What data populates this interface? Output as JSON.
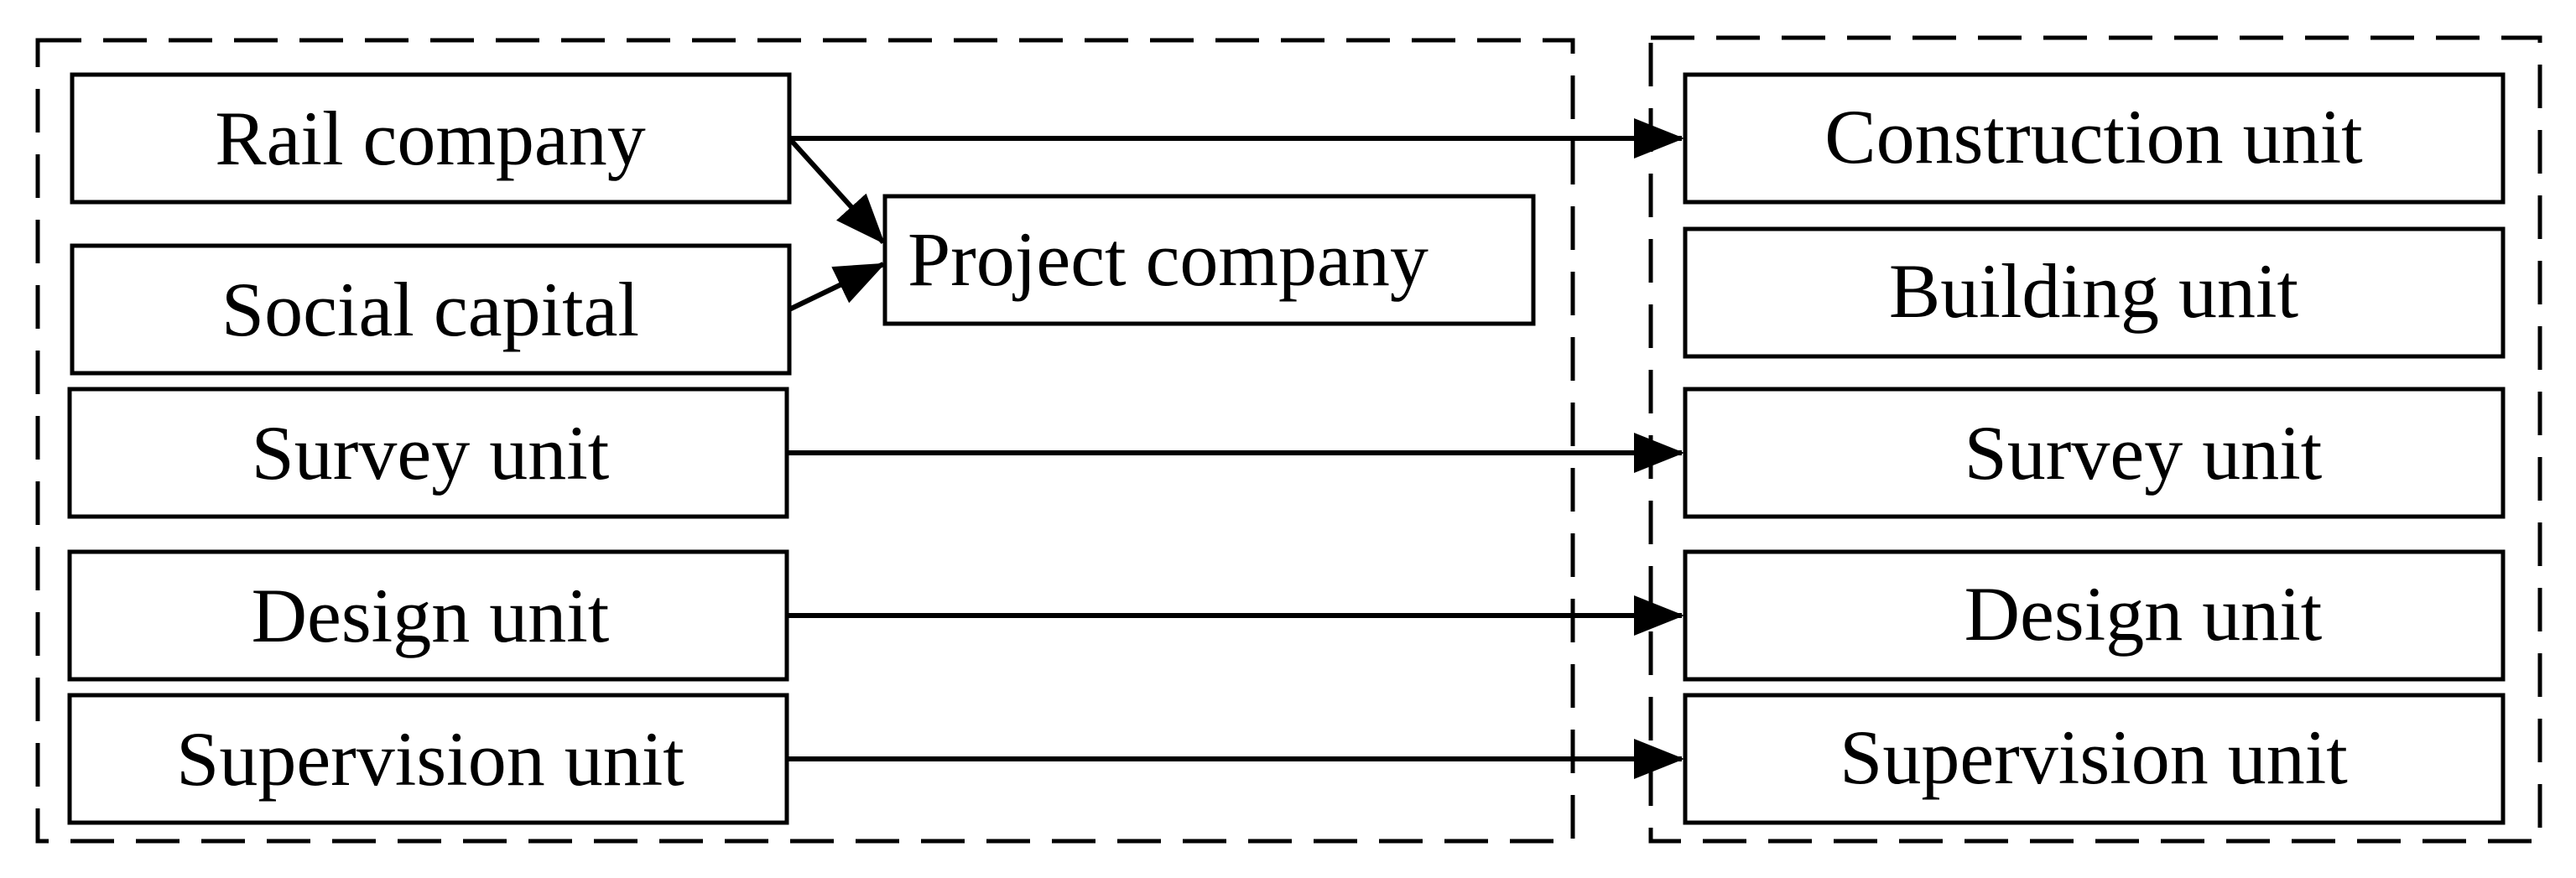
{
  "diagram": {
    "left_group": {
      "nodes": {
        "rail_company": "Rail company",
        "social_capital": "Social capital",
        "survey_unit": "Survey unit",
        "design_unit": "Design unit",
        "supervision_unit": "Supervision unit",
        "project_company": "Project company"
      }
    },
    "right_group": {
      "nodes": {
        "construction_unit": "Construction unit",
        "building_unit": "Building unit",
        "survey_unit": "Survey unit",
        "design_unit": "Design unit",
        "supervision_unit": "Supervision unit"
      }
    },
    "edges": [
      {
        "from": "Rail company",
        "to": "Construction unit"
      },
      {
        "from": "Rail company",
        "to": "Project company"
      },
      {
        "from": "Social capital",
        "to": "Project company"
      },
      {
        "from": "Survey unit",
        "to": "Survey unit"
      },
      {
        "from": "Design unit",
        "to": "Design unit"
      },
      {
        "from": "Supervision unit",
        "to": "Supervision unit"
      }
    ],
    "colors": {
      "stroke": "#000000",
      "background": "#ffffff"
    }
  }
}
